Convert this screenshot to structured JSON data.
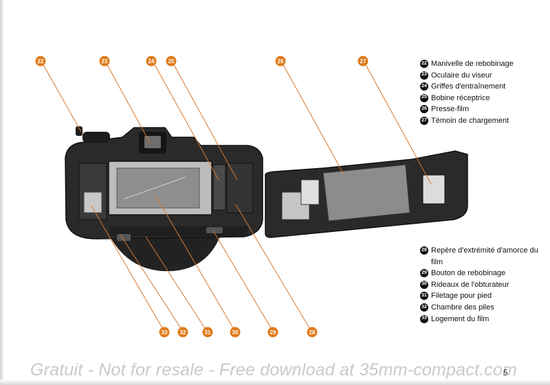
{
  "callouts": [
    {
      "num": "22",
      "label": "Manivelle de rebobinage"
    },
    {
      "num": "23",
      "label": "Oculaire du viseur"
    },
    {
      "num": "24",
      "label": "Griffes d'entraînement"
    },
    {
      "num": "25",
      "label": "Bobine réceptrice"
    },
    {
      "num": "26",
      "label": "Presse-film"
    },
    {
      "num": "27",
      "label": "Témoin de chargement"
    },
    {
      "num": "28",
      "label": "Repère d'extrémité d'amorce du film"
    },
    {
      "num": "29",
      "label": "Bouton de rebobinage"
    },
    {
      "num": "30",
      "label": "Rideaux de l'obturateur"
    },
    {
      "num": "31",
      "label": "Filetage pour pied"
    },
    {
      "num": "32",
      "label": "Chambre des piles"
    },
    {
      "num": "33",
      "label": "Logement du film"
    }
  ],
  "colors": {
    "callout": "#e07a1a",
    "leader": "#d9782c",
    "camera": "#1a1a1a"
  },
  "watermark": "Gratuit - Not for resale - Free download at 35mm-compact.com",
  "page_number": "5"
}
